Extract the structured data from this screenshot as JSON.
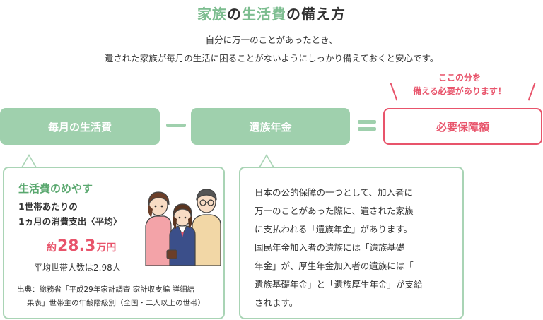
{
  "header": {
    "title_part1": "家族",
    "title_part2": "の",
    "title_part3": "生活費",
    "title_part4": "の備え方",
    "intro_line1": "自分に万一のことがあったとき、",
    "intro_line2": "遺された家族が毎月の生活に困ることがないようにしっかり備えておくと安心です。"
  },
  "callout": {
    "line1": "ここの分を",
    "line2": "備える必要があります！"
  },
  "formula": {
    "living_cost": "毎月の生活費",
    "survivor_pension": "遺族年金",
    "required_coverage": "必要保障額"
  },
  "left_card": {
    "heading": "生活費のめやす",
    "line1": "1世帯あたりの",
    "line2": "1ヵ月の消費支出〈平均〉",
    "amount_prefix": "約",
    "amount_number": "28.3",
    "amount_unit": "万円",
    "household_size": "平均世帯人数は2.98人",
    "source_line1": "出典：総務省「平成29年家計調査 家計収支編 詳細結",
    "source_line2": "果表」世帯主の年齢階級別（全国・二人以上の世帯）"
  },
  "right_card": {
    "line1": "日本の公的保障の一つとして、加入者に",
    "line2": "万一のことがあった際に、遺された家族",
    "line3": "に支払われる「遺族年金」があります。",
    "line4": "国民年金加入者の遺族には「遺族基礎",
    "line5": "年金」が、厚生年金加入者の遺族には「",
    "line6": "遺族基礎年金」と「遺族厚生年金」が支給",
    "line7": "されます。"
  },
  "colors": {
    "accent_green": "#7cbd8f",
    "pill_green": "#9fd0ad",
    "accent_red": "#e8546b"
  }
}
